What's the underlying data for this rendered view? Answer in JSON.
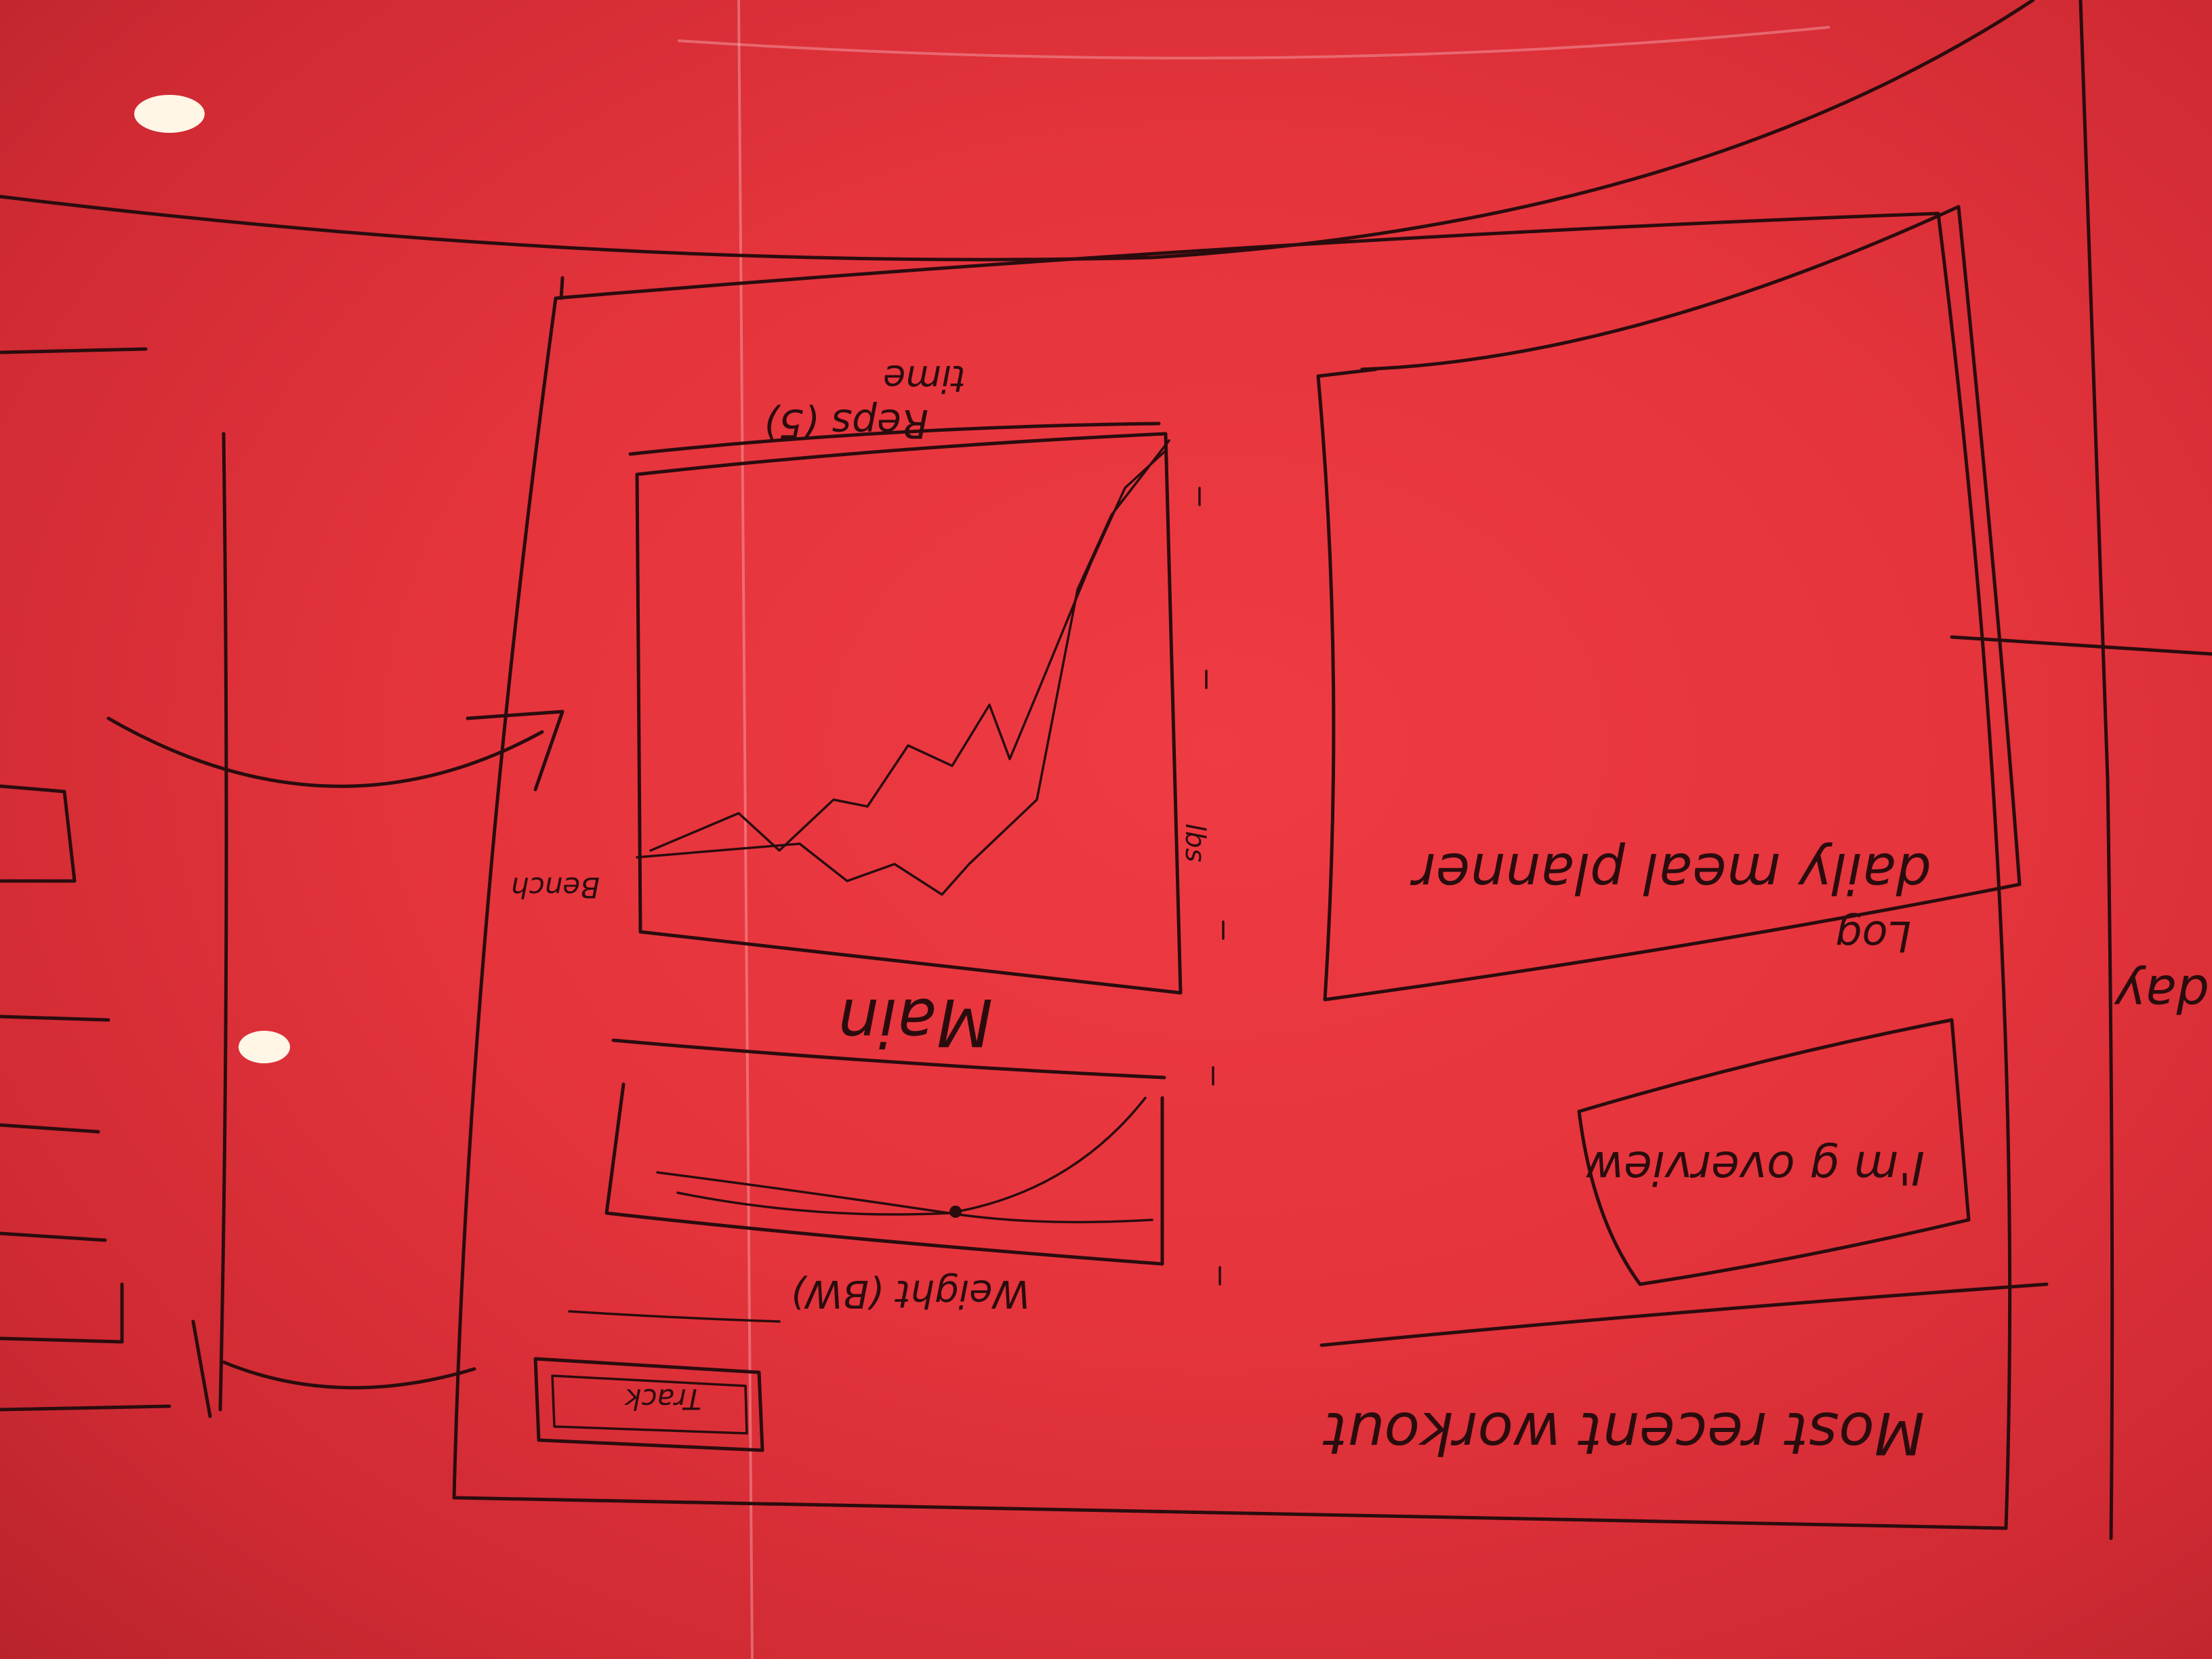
{
  "sketch": {
    "chart_reps_label": "Reps (5)",
    "chart_time_label": "time",
    "chart_series_label": "Bench",
    "chart_y_label": "lbs",
    "chart_name": "Main",
    "weight_chart_label": "Weight (BW)",
    "button_label": "Track",
    "meal_box_label": "daily meal planner",
    "meal_box_prefix": "Log",
    "overview_box_label": "I'm g overview",
    "footer_label": "Most recent workout",
    "edge_fragment": "day"
  },
  "colors": {
    "board": "#e5343c",
    "ink": "#2b0c0e"
  }
}
